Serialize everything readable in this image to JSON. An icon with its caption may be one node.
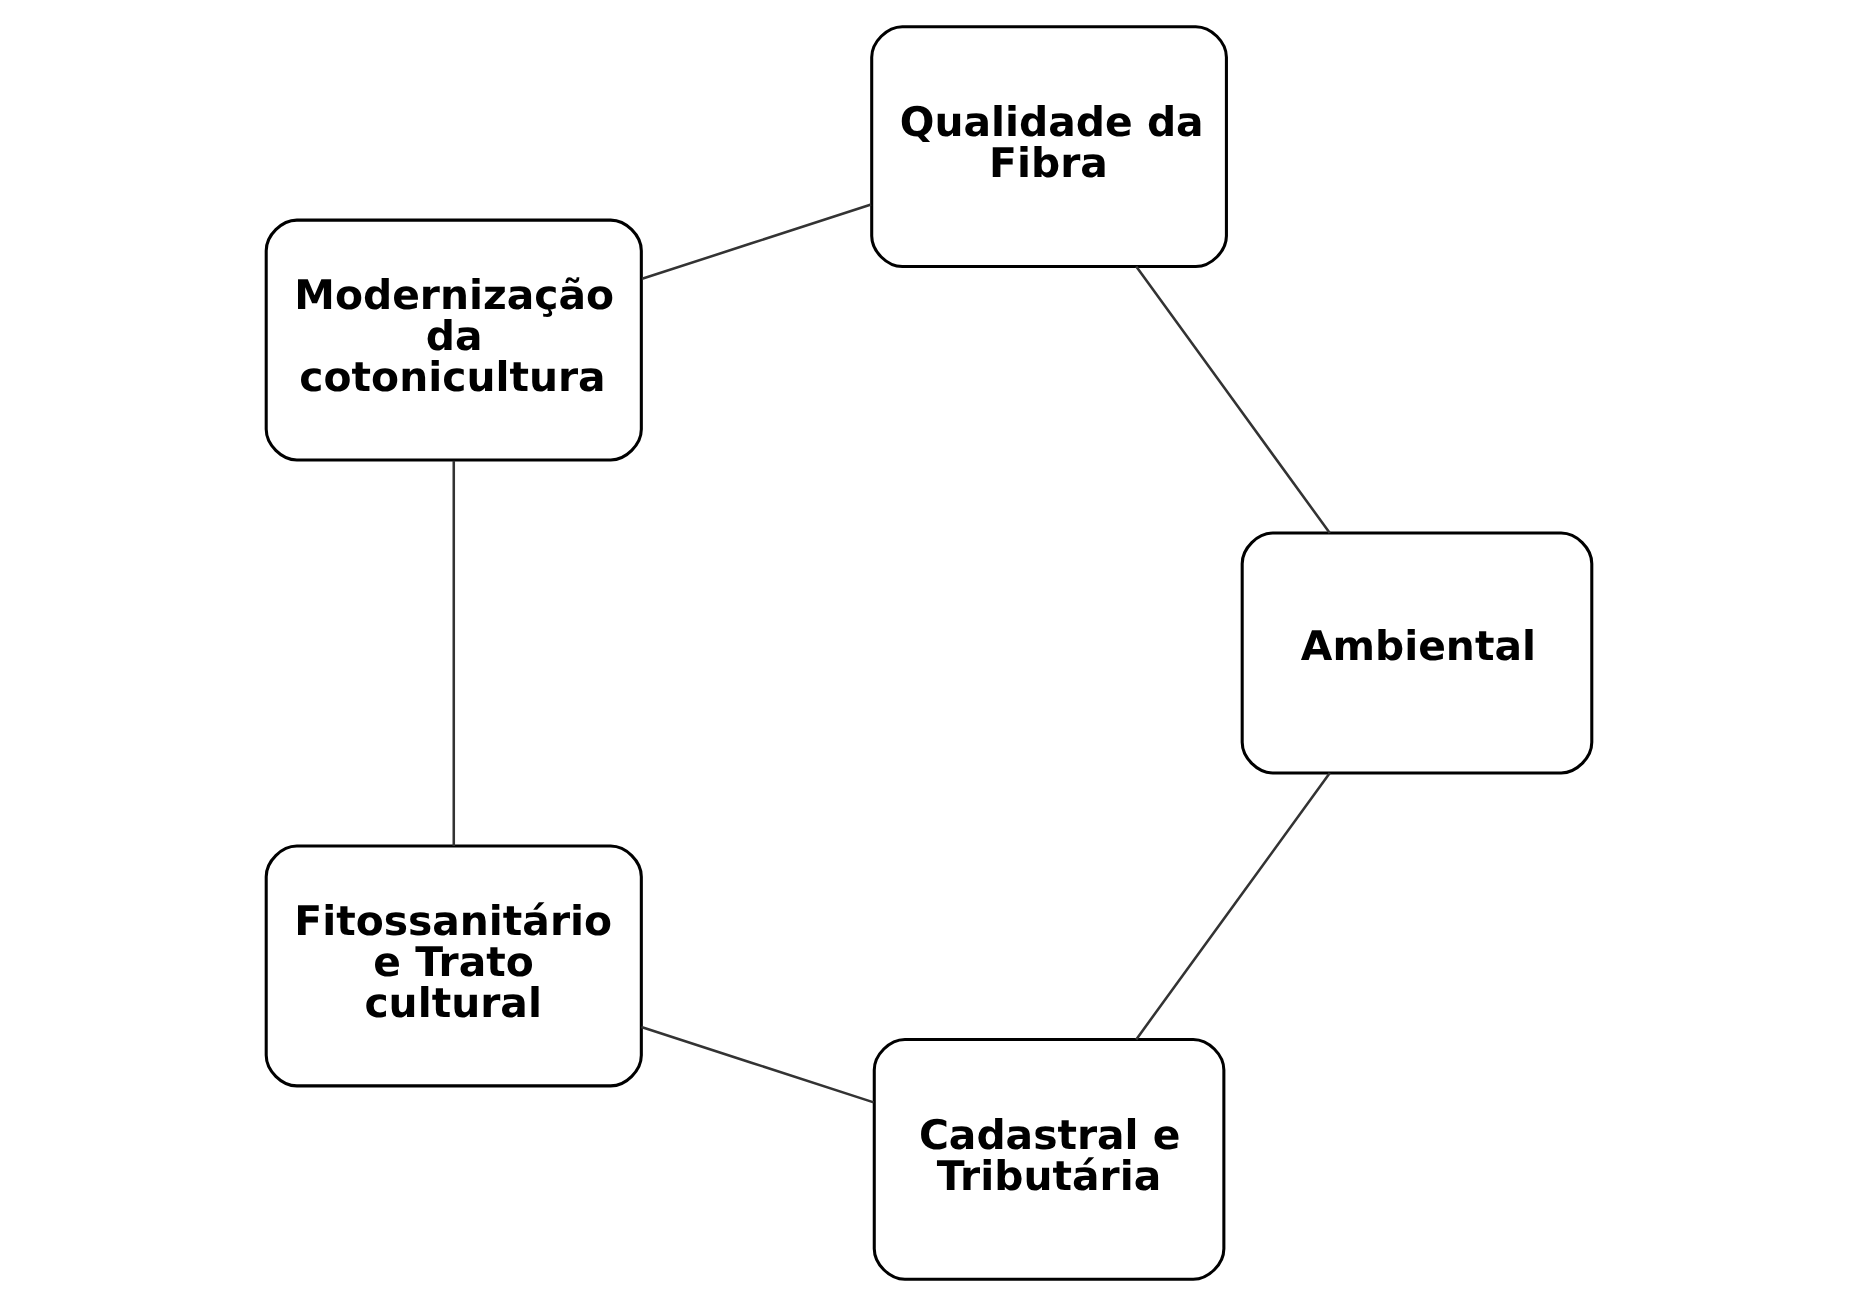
{
  "diagram": {
    "nodes": [
      {
        "text": [
          "Cadastral e Tributária"
        ]
      },
      {
        "text": [
          "Fitossanitário e Trato cultural"
        ]
      },
      {
        "text": [
          "Modernização da cotonicultura"
        ]
      },
      {
        "text": [
          "Qualidade da Fibra"
        ]
      },
      {
        "text": [
          "Ambiental"
        ]
      }
    ],
    "edges": [
      {
        "from": 0,
        "to": 1,
        "arrow": "none"
      },
      {
        "from": 1,
        "to": 2,
        "arrow": "none"
      },
      {
        "from": 2,
        "to": 3,
        "arrow": "none"
      },
      {
        "from": 3,
        "to": 4,
        "arrow": "none"
      },
      {
        "from": 4,
        "to": 0,
        "arrow": "none"
      }
    ]
  }
}
